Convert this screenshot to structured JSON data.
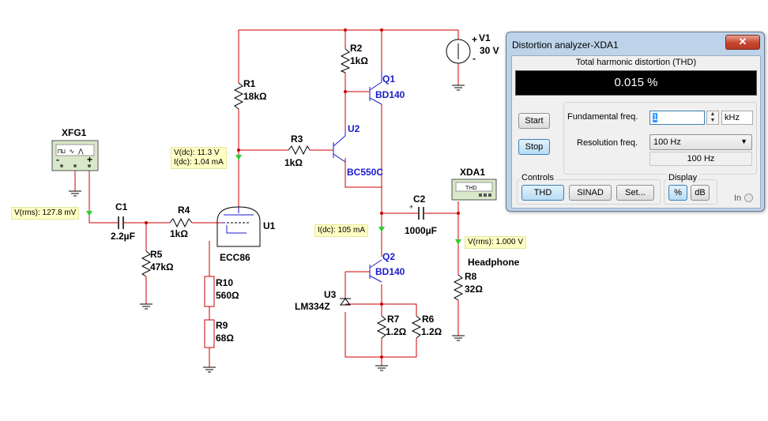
{
  "schematic": {
    "components": {
      "xfg1": "XFG1",
      "c1": "C1",
      "c1_value": "2.2µF",
      "r4": "R4",
      "r4_value": "1kΩ",
      "r5": "R5",
      "r5_value": "47kΩ",
      "r1": "R1",
      "r1_value": "18kΩ",
      "r2": "R2",
      "r2_value": "1kΩ",
      "r3": "R3",
      "r3_value": "1kΩ",
      "q1": "Q1",
      "q1_part": "BD140",
      "u2": "U2",
      "u2_part": "BC550C",
      "v1": "V1",
      "v1_value": "30 V",
      "u1": "U1",
      "u1_part": "ECC86",
      "r10": "R10",
      "r10_value": "560Ω",
      "r9": "R9",
      "r9_value": "68Ω",
      "q2": "Q2",
      "q2_part": "BD140",
      "u3": "U3",
      "u3_part": "LM334Z",
      "r7": "R7",
      "r7_value": "1.2Ω",
      "r6": "R6",
      "r6_value": "1.2Ω",
      "c2": "C2",
      "c2_value": "1000µF",
      "xda1": "XDA1",
      "xda1_screen": "THD",
      "r8": "R8",
      "r8_value": "32Ω",
      "headphone": "Headphone",
      "plus": "+",
      "minus": "-"
    },
    "probes": {
      "grid": {
        "line1": "V(dc): 11.3 V",
        "line2": "I(dc): 1.04 mA"
      },
      "input": "V(rms): 127.8 mV",
      "idc": "I(dc): 105 mA",
      "output": "V(rms): 1.000 V"
    }
  },
  "analyzer": {
    "window_title": "Distortion analyzer-XDA1",
    "close_glyph": "✕",
    "thd_title": "Total harmonic distortion (THD)",
    "thd_value": "0.015 %",
    "start_label": "Start",
    "stop_label": "Stop",
    "fundamental_label": "Fundamental freq.",
    "fundamental_value": "1",
    "fundamental_unit": "kHz",
    "resolution_label": "Resolution freq.",
    "resolution_value": "100 Hz",
    "resolution_readout": "100 Hz",
    "controls_group": "Controls",
    "thd_button": "THD",
    "sinad_button": "SINAD",
    "set_button": "Set...",
    "display_group": "Display",
    "percent_button": "%",
    "db_button": "dB",
    "in_label": "In"
  },
  "colors": {
    "wire": "#cc0000",
    "tube_wire": "#1a1acc",
    "probe_bg": "#ffffc4",
    "probe_arrow": "#33cc33",
    "instrument": "#d8e8c8"
  }
}
